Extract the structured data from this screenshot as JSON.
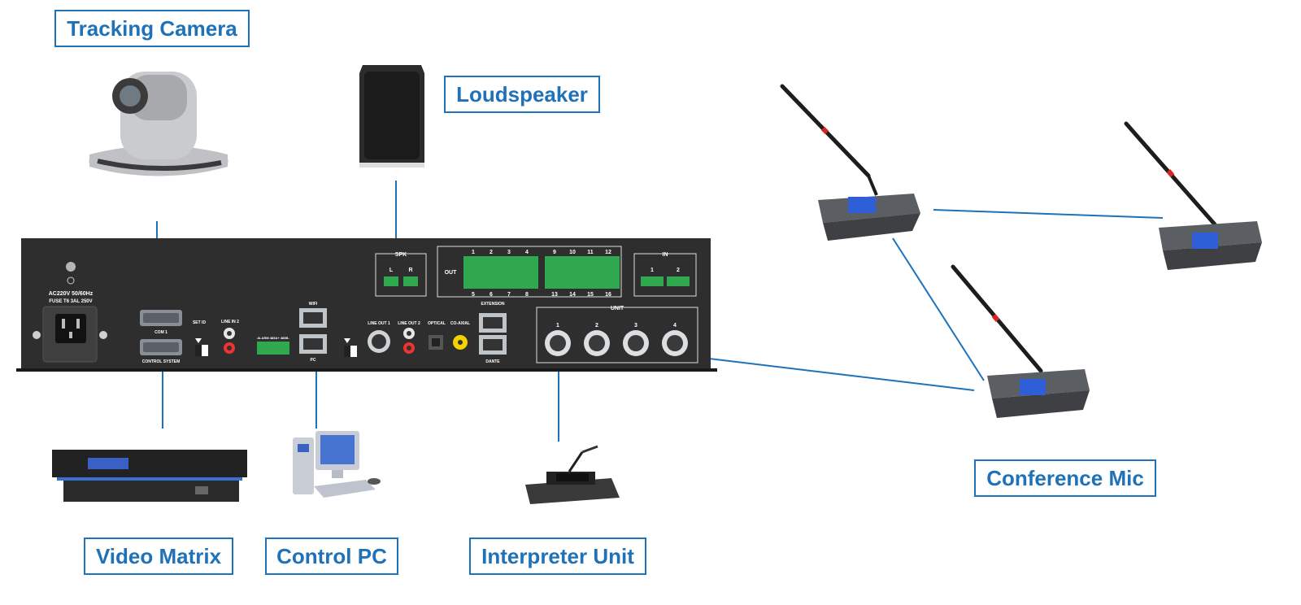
{
  "labels": {
    "tracking_camera": "Tracking Camera",
    "loudspeaker": "Loudspeaker",
    "video_matrix": "Video Matrix",
    "control_pc": "Control PC",
    "interpreter_unit": "Interpreter Unit",
    "conference_mic": "Conference Mic"
  },
  "panel": {
    "power_line1": "AC220V 50/60Hz",
    "power_line2": "FUSE T6 3AL 250V",
    "com1": "COM 1",
    "control_system": "CONTROL SYSTEM",
    "set_id": "SET ID",
    "line_in": "LINE   IN 2",
    "alarm": "ALARM 485A+ 485B-",
    "wifi": "WIFI",
    "pc": "PC",
    "line_out1": "LINE OUT 1",
    "line_out2": "LINE OUT 2",
    "optical": "OPTICAL",
    "coaxial": "CO-AXIAL",
    "extension": "EXTENSION",
    "dante": "DANTE",
    "spk": "SPK",
    "spk_l": "L",
    "spk_r": "R",
    "out": "OUT",
    "in": "IN",
    "unit": "UNIT",
    "out_top": [
      "1",
      "2",
      "3",
      "4",
      "9",
      "10",
      "11",
      "12"
    ],
    "out_bottom": [
      "5",
      "6",
      "7",
      "8",
      "13",
      "14",
      "15",
      "16"
    ],
    "in_nums": [
      "1",
      "2"
    ],
    "unit_nums": [
      "1",
      "2",
      "3",
      "4"
    ]
  },
  "colors": {
    "accent": "#1f72b8",
    "panel": "#2e2e2e",
    "terminal": "#2fa84f"
  }
}
